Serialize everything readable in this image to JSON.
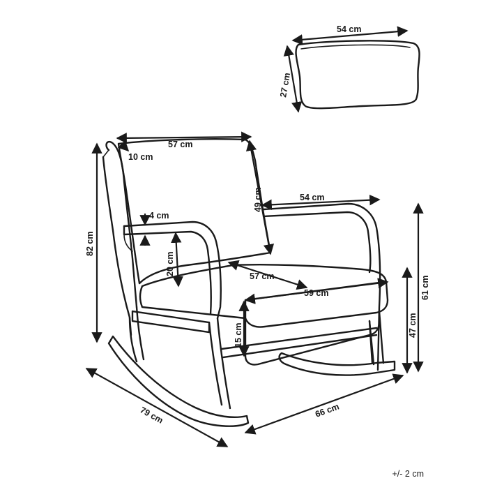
{
  "dimensions": {
    "cushion_width": "54 cm",
    "cushion_height": "27 cm",
    "top_width": "57 cm",
    "top_frame_depth": "10 cm",
    "back_height": "49 cm",
    "armrest_length": "54 cm",
    "armrest_thickness": "4 cm",
    "total_height": "82 cm",
    "armrest_height_above_seat": "20 cm",
    "seat_depth": "57 cm",
    "seat_width": "59 cm",
    "seat_thickness": "15 cm",
    "seat_height": "47 cm",
    "armrest_height": "61 cm",
    "rocker_length": "79 cm",
    "total_width": "66 cm"
  },
  "tolerance": "+/- 2 cm"
}
